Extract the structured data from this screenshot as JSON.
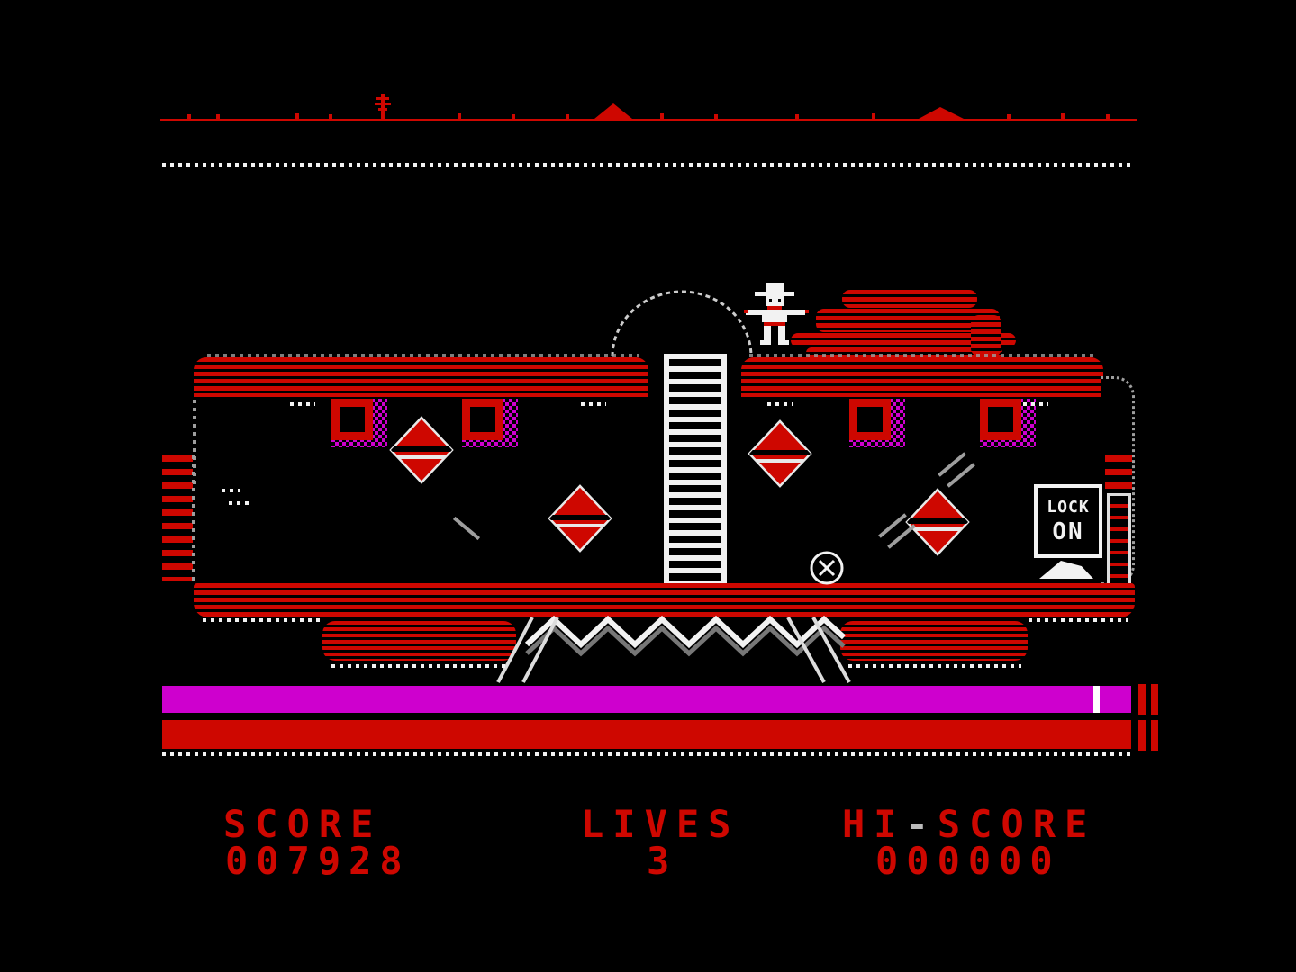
{
  "title": "Retro western train game screen",
  "colors": {
    "background": "#000000",
    "red": "#ce0700",
    "magenta": "#ce00ce",
    "white": "#f2f2f2",
    "gray": "#9e9e9e"
  },
  "hud": {
    "score_label": "SCORE",
    "score_value": "007928",
    "lives_label": "LIVES",
    "lives_value": "3",
    "hiscore_prefix": "HI",
    "hiscore_separator": "-",
    "hiscore_suffix": "SCORE",
    "hiscore_value": "000000"
  },
  "signs": {
    "lock_on_top": "LOCK",
    "lock_on_bottom": "ON"
  },
  "scene": {
    "train_cars": 2,
    "windows": 4,
    "diamond_pickups": 4,
    "player_sprite": "cowboy-with-revolvers",
    "status_bars": [
      {
        "name": "magenta-status-bar",
        "color": "#ce00ce",
        "tick_percent": 96
      },
      {
        "name": "red-status-bar",
        "color": "#ce0700",
        "tick_percent": 100
      }
    ]
  }
}
